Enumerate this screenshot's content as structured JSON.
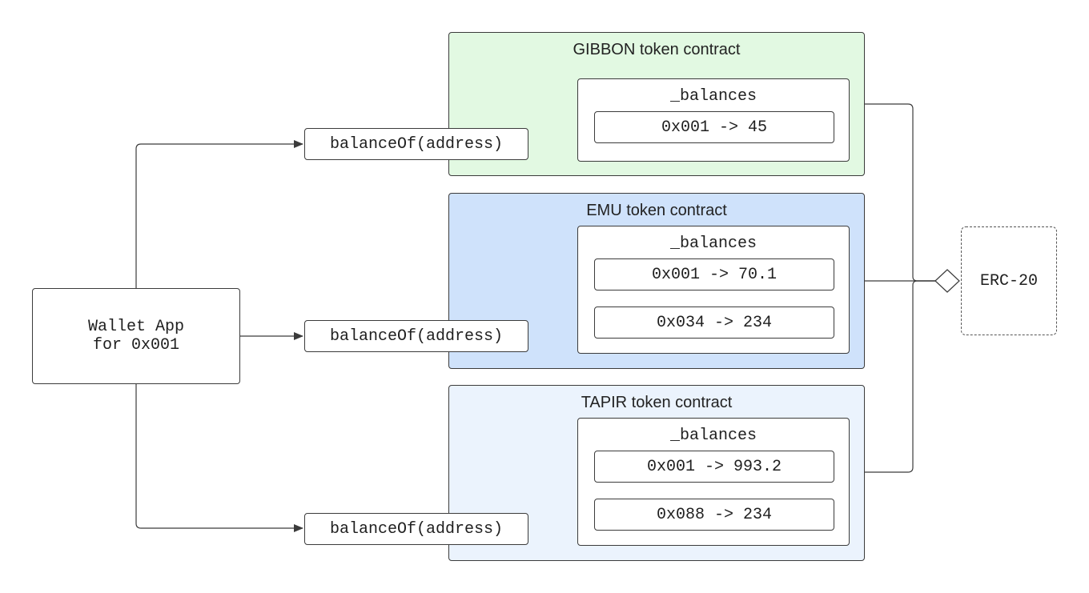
{
  "wallet": {
    "label_line1": "Wallet App",
    "label_line2": "for 0x001"
  },
  "calls": [
    {
      "label": "balanceOf(address)"
    },
    {
      "label": "balanceOf(address)"
    },
    {
      "label": "balanceOf(address)"
    }
  ],
  "contracts": [
    {
      "title": "GIBBON token contract",
      "fill": "#e2f9e2",
      "balances_title": "_balances",
      "entries": [
        "0x001 -> 45"
      ]
    },
    {
      "title": "EMU token contract",
      "fill": "#cfe2fb",
      "balances_title": "_balances",
      "entries": [
        "0x001 -> 70.1",
        "0x034 -> 234"
      ]
    },
    {
      "title": "TAPIR token contract",
      "fill": "#ebf3fd",
      "balances_title": "_balances",
      "entries": [
        "0x001 -> 993.2",
        "0x088 -> 234"
      ]
    }
  ],
  "interface": {
    "label": "ERC-20"
  }
}
